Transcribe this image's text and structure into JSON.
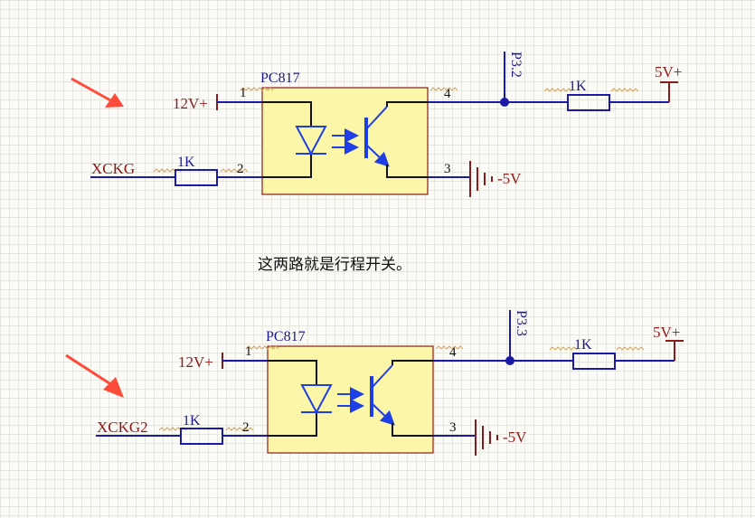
{
  "note": "这两路就是行程开关。",
  "circuits": [
    {
      "chip": "PC817",
      "input_pos": "12V+",
      "input_signal": "XCKG",
      "resistor_in": "1K",
      "resistor_out": "1K",
      "port": "P3.2",
      "supply": "5V+",
      "ground": "-5V",
      "pins": [
        "1",
        "2",
        "3",
        "4"
      ]
    },
    {
      "chip": "PC817",
      "input_pos": "12V+",
      "input_signal": "XCKG2",
      "resistor_in": "1K",
      "resistor_out": "1K",
      "port": "P3.3",
      "supply": "5V+",
      "ground": "-5V",
      "pins": [
        "1",
        "2",
        "3",
        "4"
      ]
    }
  ],
  "colors": {
    "wire": "#1a1aa6",
    "power": "#8b1a1a",
    "chip_fill": "#fbf6a8",
    "arrow": "#ff4b3a"
  }
}
